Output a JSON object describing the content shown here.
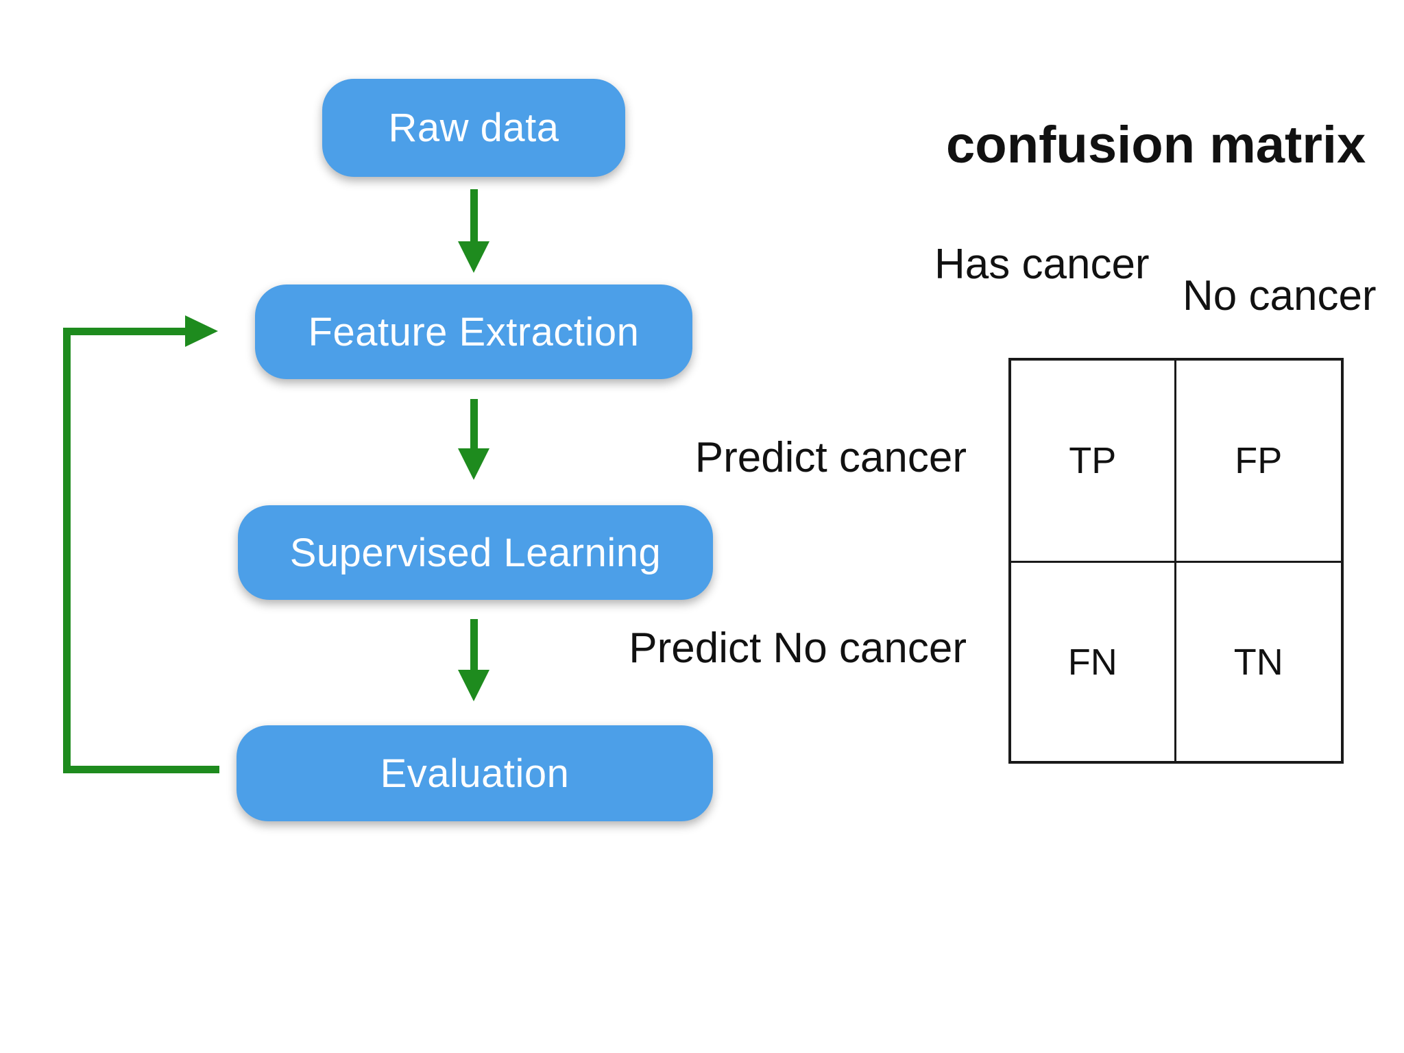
{
  "colors": {
    "background": "#FFFFFF",
    "node_fill": "#4C9FE8",
    "node_text": "#FFFFFF",
    "arrow_green": "#1E8B1E",
    "label_text": "#111111",
    "table_border": "#1A1A1A"
  },
  "flowchart": {
    "nodes": [
      "Raw data",
      "Feature Extraction",
      "Supervised Learning",
      "Evaluation"
    ]
  },
  "matrix": {
    "title": "confusion matrix",
    "col_headers": [
      "Has cancer",
      "No cancer"
    ],
    "row_headers": [
      "Predict cancer",
      "Predict No cancer"
    ],
    "cells": [
      [
        "TP",
        "FP"
      ],
      [
        "FN",
        "TN"
      ]
    ]
  }
}
